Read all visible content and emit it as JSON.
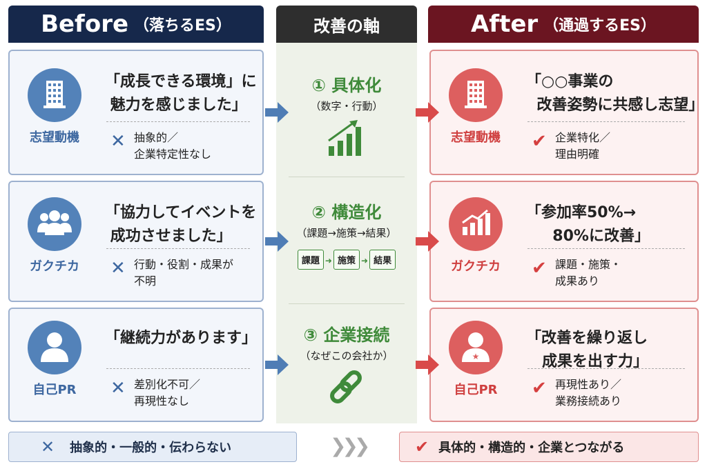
{
  "headers": {
    "before": {
      "big": "Before",
      "small": "（落ちるES）"
    },
    "middle": "改善の軸",
    "after": {
      "big": "After",
      "small": "（通過するES）"
    }
  },
  "rows": [
    {
      "category": "志望動機",
      "icon": "building-icon",
      "before_quote": "「成長できる環境」に\n 魅力を感じました」",
      "before_note": "抽象的／\n企業特定性なし",
      "after_quote": "「○○事業の\n  改善姿勢に共感し志望」",
      "after_note": "企業特化／\n理由明確"
    },
    {
      "category": "ガクチカ",
      "icon": "group-icon",
      "before_quote": "「協力してイベントを\n 成功させました」",
      "before_note": "行動・役割・成果が\n不明",
      "after_quote": "「参加率50%→\n     80%に改善」",
      "after_note": "課題・施策・\n成果あり"
    },
    {
      "category": "自己PR",
      "icon": "person-icon",
      "before_quote": "「継続力があります」",
      "before_note": "差別化不可／\n再現性なし",
      "after_quote": "「改善を繰り返し\n   成果を出す力」",
      "after_note": "再現性あり／\n業務接続あり"
    }
  ],
  "axes": [
    {
      "title": "① 具体化",
      "sub": "（数字・行動）",
      "icon": "bar-chart-up-icon"
    },
    {
      "title": "② 構造化",
      "sub": "（課題→施策→結果）",
      "chips": [
        "課題",
        "施策",
        "結果"
      ]
    },
    {
      "title": "③ 企業接続",
      "sub": "（なぜこの会社か）",
      "icon": "link-icon"
    }
  ],
  "footer": {
    "before": "抽象的・一般的・伝わらない",
    "after": "具体的・構造的・企業とつながる"
  },
  "colors": {
    "navy": "#16284b",
    "dark": "#2e2e2e",
    "maroon": "#6b1521",
    "blue": "#4f7db5",
    "green": "#3f8a3a",
    "red": "#d94a4a"
  }
}
